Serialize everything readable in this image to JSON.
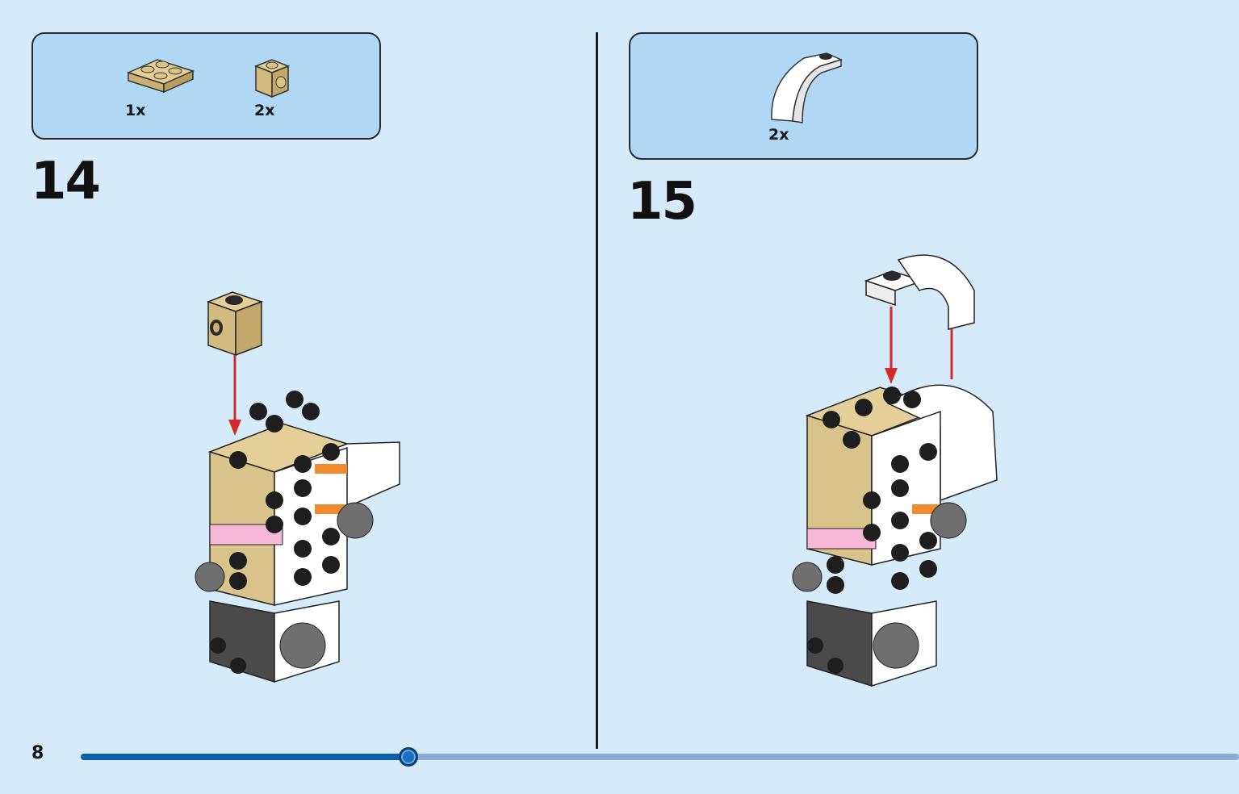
{
  "page": {
    "number": "8"
  },
  "progress": {
    "fraction": 0.283
  },
  "steps": [
    {
      "number": "14",
      "parts": [
        {
          "item": "tan 2x2 plate",
          "qty": "1x"
        },
        {
          "item": "tan 1x1 brick with side stud",
          "qty": "2x"
        }
      ]
    },
    {
      "number": "15",
      "parts": [
        {
          "item": "white curved arch with stud",
          "qty": "2x"
        }
      ]
    }
  ],
  "colors": {
    "background": "#d6ebfa",
    "parts_box": "#b0d7f4",
    "tan": "#d8c38a",
    "arrow": "#d42a2a",
    "progress_fill": "#0b5ea8",
    "progress_track": "#8aacd6"
  }
}
